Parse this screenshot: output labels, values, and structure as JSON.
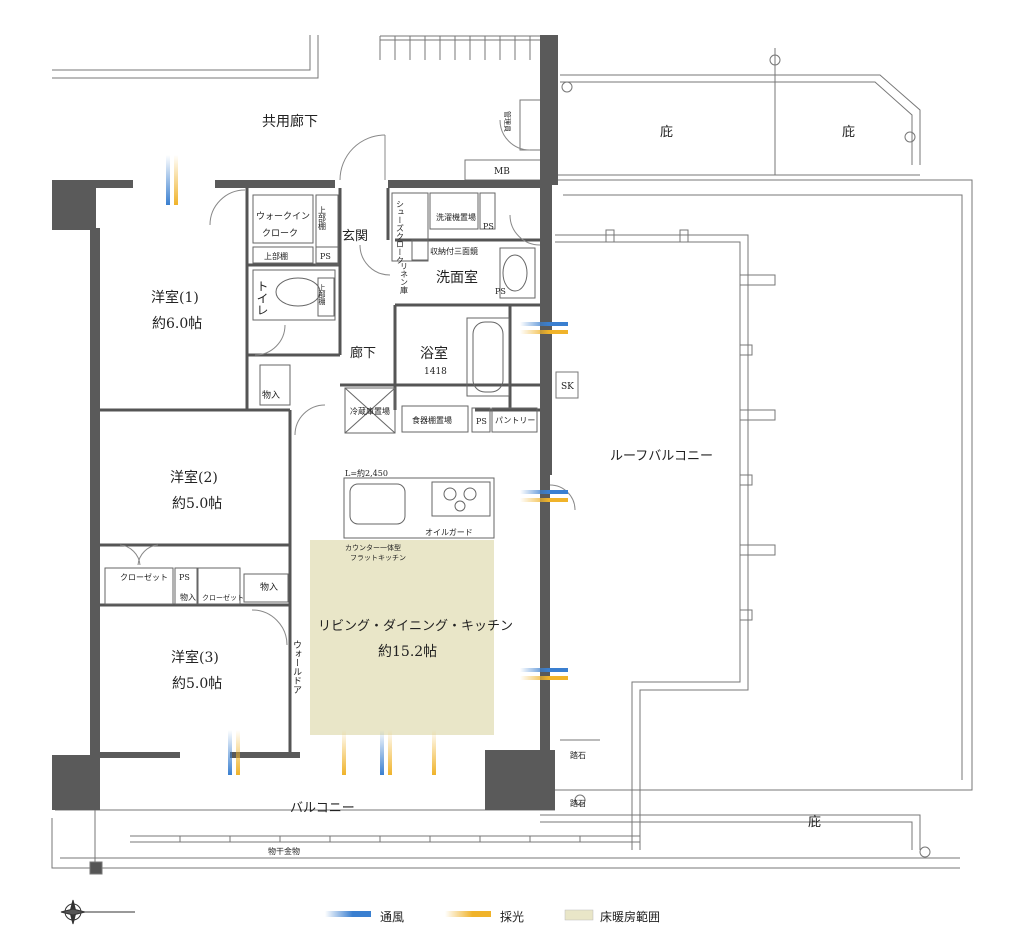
{
  "rooms": {
    "corridor_common": "共用廊下",
    "eave_1": "庇",
    "eave_2": "庇",
    "eave_3": "庇",
    "mb": "MB",
    "meter_box": "管理員",
    "walkin_closet_1": "ウォークイン",
    "walkin_closet_2": "クローク",
    "upper_shelf_1": "上部棚",
    "upper_shelf_2": "上部棚",
    "ps_1": "PS",
    "ps_2": "PS",
    "ps_3": "PS",
    "ps_4": "PS",
    "genkan": "玄関",
    "shoes_cloak": "シューズクローク",
    "toilet": "トイレ",
    "upper_shelf_toilet": "上部棚",
    "linen": "リネン庫",
    "washroom": "洗面室",
    "laundry": "洗濯機置場",
    "storage_mirror": "収納付三面鏡",
    "bath": "浴室",
    "bath_size": "1418",
    "room1_name": "洋室(1)",
    "room1_size": "約6.0帖",
    "hallway": "廊下",
    "storage_1": "物入",
    "fridge": "冷蔵庫置場",
    "cupboard": "食器棚置場",
    "pantry": "パントリー",
    "sk": "SK",
    "roof_balcony": "ルーフバルコニー",
    "room2_name": "洋室(2)",
    "room2_size": "約5.0帖",
    "kitchen_len": "L=約2,450",
    "oil_guard": "オイルガード",
    "counter_1": "カウンター一体型",
    "counter_2": "フラットキッチン",
    "closet_1": "クローゼット",
    "closet_2": "クローゼット",
    "storage_2": "物入",
    "storage_3": "物入",
    "ldk_name": "リビング・ダイニング・キッチン",
    "ldk_size": "約15.2帖",
    "room3_name": "洋室(3)",
    "room3_size": "約5.0帖",
    "wall_door": "ウォールドア",
    "balcony": "バルコニー",
    "dryer": "物干金物",
    "stepstone_1": "踏石",
    "stepstone_2": "踏石"
  },
  "legend": {
    "ventilation": "通風",
    "daylight": "採光",
    "floor_heating": "床暖房範囲"
  },
  "colors": {
    "wall": "#5a5a5a",
    "ventilation": "#3a7fd0",
    "daylight": "#f0b32a",
    "floor_heating": "#e9e6c8"
  }
}
